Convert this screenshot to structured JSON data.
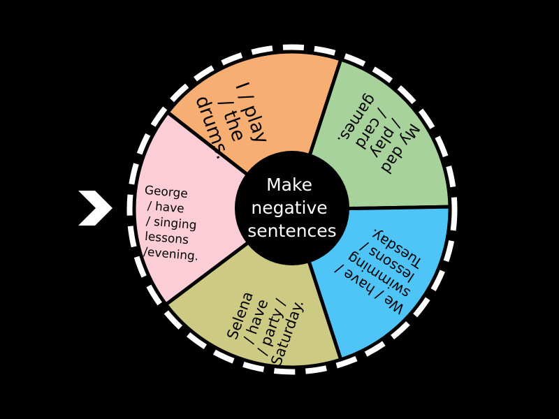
{
  "center": {
    "lines": [
      "Make",
      "negative",
      "sentences"
    ]
  },
  "slices": [
    {
      "color": "#f7ae73",
      "lines": [
        "I / play",
        "/ the",
        "drums."
      ]
    },
    {
      "color": "#a7d29c",
      "lines": [
        "My dad",
        "/ play",
        "/ card",
        "games."
      ]
    },
    {
      "color": "#4fc4f7",
      "lines": [
        "We / have /",
        "swimming",
        "lessons /",
        "Tuesday."
      ]
    },
    {
      "color": "#cdca83",
      "lines": [
        "Selena",
        "/ have",
        "/ party /",
        "Saturday."
      ]
    },
    {
      "color": "#fbcdd6",
      "lines": [
        "George",
        "/ have",
        "/ singing",
        "lessons",
        "/evening."
      ]
    }
  ],
  "pointer": {
    "icon": "chevron-right-icon",
    "color": "#ffffff"
  },
  "rim": {
    "color": "#ffffff"
  }
}
